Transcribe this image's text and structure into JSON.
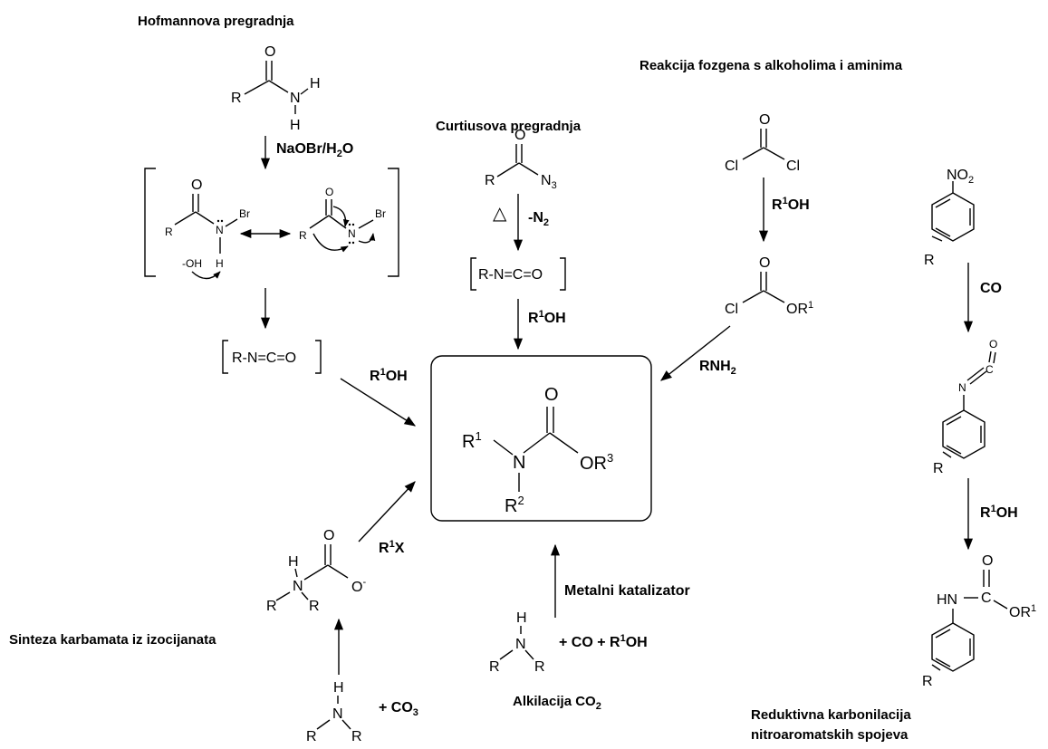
{
  "headings": {
    "hofmann": "Hofmannova pregradnja",
    "curtius": "Curtiusova pregradnja",
    "phosgene": "Reakcija fozgena s alkoholima i aminima",
    "isocyanate_synthesis": "Sinteza karbamata iz izocijanata",
    "alkylation": "Alkilacija CO",
    "alkylation_sub": "2",
    "reductive_1": "Reduktivna karbonilacija",
    "reductive_2": "nitroaromatskih spojeva"
  },
  "reagents": {
    "naobr": "NaOBr/H",
    "naobr_sub": "2",
    "naobr_tail": "O",
    "delta": "△",
    "minus_n2": "-N",
    "minus_n2_sub": "2",
    "r1oh_r": "R",
    "r1oh_sup": "1",
    "r1oh_tail": "OH",
    "rnh2": "RNH",
    "rnh2_sub": "2",
    "co": "CO",
    "r1x_r": "R",
    "r1x_sup": "1",
    "r1x_tail": "X",
    "metal_catalyst": "Metalni katalizator",
    "plus_co_r1oh": "+  CO + R",
    "plus_co2": "+  CO"
  },
  "atoms": {
    "O": "O",
    "N": "N",
    "H": "H",
    "R": "R",
    "Cl": "Cl",
    "Br": "Br",
    "N3": "N",
    "N3_sub": "3",
    "NO2": "NO",
    "NO2_sub": "2",
    "isocyanate": "R-N=C=O",
    "hydroxide": "-OH",
    "OR1": "OR",
    "OR1_sup": "1",
    "R1": "R",
    "R1_sup": "1",
    "R2": "R",
    "R2_sup": "2",
    "OR3": "OR",
    "OR3_sup": "3",
    "Ominus": "O",
    "Ominus_sup": "-",
    "HN": "HN",
    "C": "C"
  }
}
